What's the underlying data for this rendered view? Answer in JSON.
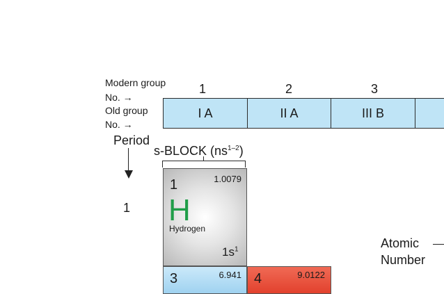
{
  "header": {
    "modern_group_label": "Modern group",
    "modern_no_label": "No. →",
    "old_group_label": "Old group",
    "old_no_label": "No. →"
  },
  "groups": [
    {
      "modern": "1",
      "old": "I A"
    },
    {
      "modern": "2",
      "old": "II A"
    },
    {
      "modern": "3",
      "old": "III B"
    }
  ],
  "period": {
    "label": "Period",
    "rows": [
      "1"
    ]
  },
  "sblock": {
    "label": "s-BLOCK (ns",
    "superscript": "1–2",
    "close": ")"
  },
  "elements": [
    {
      "atomic_number": "1",
      "mass": "1.0079",
      "symbol": "H",
      "name": "Hydrogen",
      "config_base": "1s",
      "config_sup": "1"
    },
    {
      "atomic_number": "3",
      "mass": "6.941"
    },
    {
      "atomic_number": "4",
      "mass": "9.0122"
    }
  ],
  "legend": {
    "atomic_line1": "Atomic",
    "atomic_line2": "Number"
  },
  "colors": {
    "group_bar": "#bfe4f6",
    "symbol_green": "#1f9d48",
    "li_blue": "#9fd2f0",
    "be_red": "#e2412d"
  }
}
